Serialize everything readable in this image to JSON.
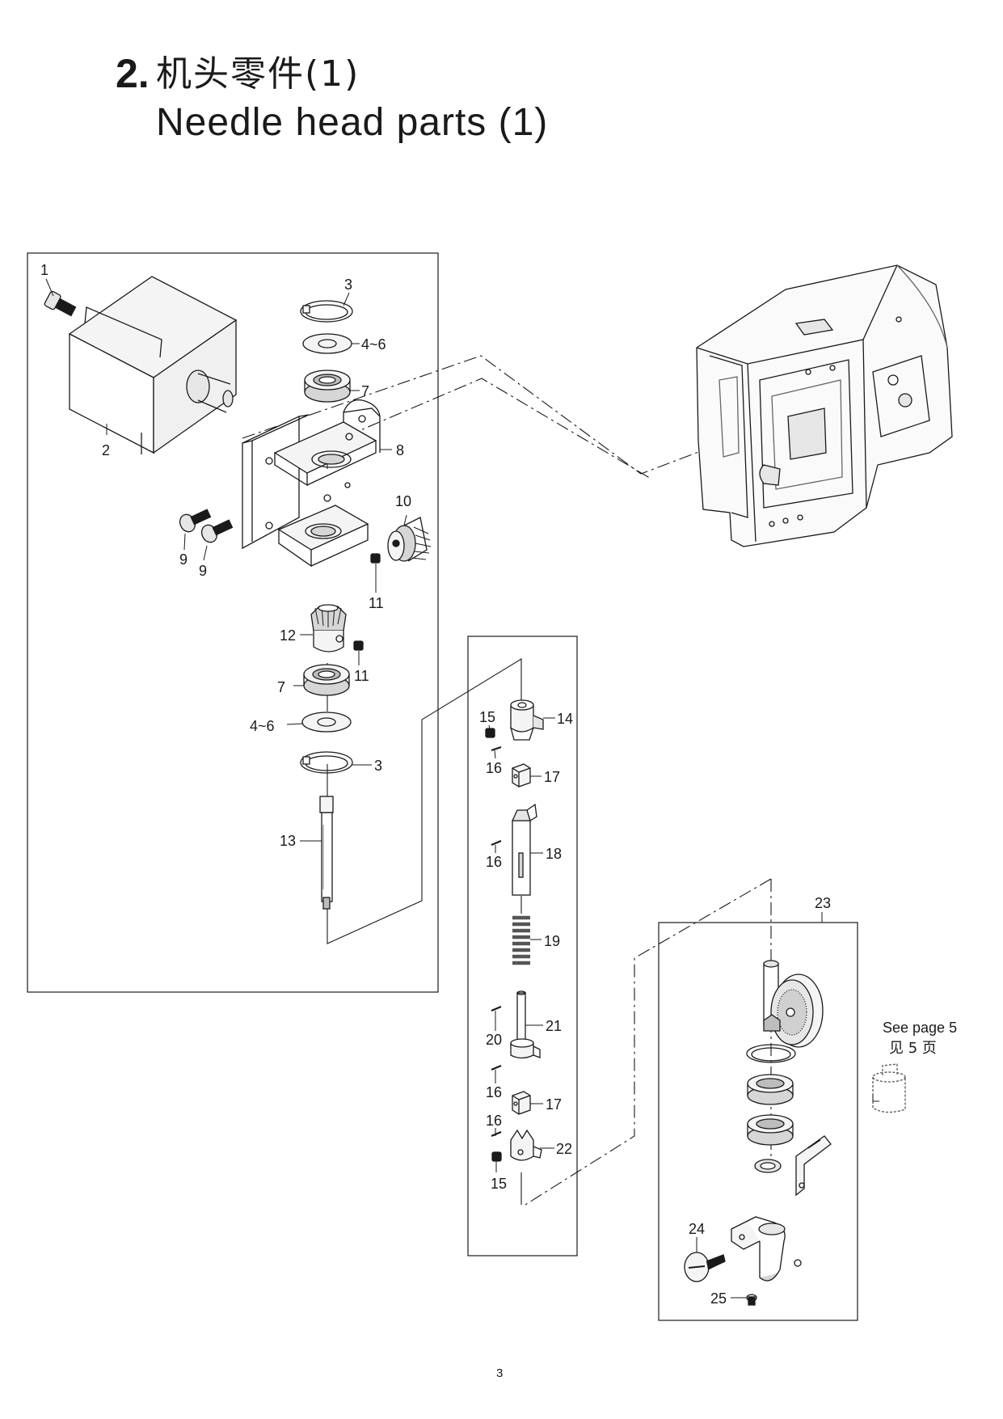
{
  "header": {
    "section_number": "2.",
    "title_cn": "机头零件(1)",
    "title_en": "Needle head parts (1)"
  },
  "callouts": [
    {
      "id": "c1",
      "label": "1"
    },
    {
      "id": "c2",
      "label": "2"
    },
    {
      "id": "c3a",
      "label": "3"
    },
    {
      "id": "c46a",
      "label": "4~6"
    },
    {
      "id": "c7a",
      "label": "7"
    },
    {
      "id": "c8",
      "label": "8"
    },
    {
      "id": "c9a",
      "label": "9"
    },
    {
      "id": "c9b",
      "label": "9"
    },
    {
      "id": "c10",
      "label": "10"
    },
    {
      "id": "c11a",
      "label": "11"
    },
    {
      "id": "c12",
      "label": "12"
    },
    {
      "id": "c11b",
      "label": "11"
    },
    {
      "id": "c7b",
      "label": "7"
    },
    {
      "id": "c46b",
      "label": "4~6"
    },
    {
      "id": "c3b",
      "label": "3"
    },
    {
      "id": "c13",
      "label": "13"
    },
    {
      "id": "c15a",
      "label": "15"
    },
    {
      "id": "c14",
      "label": "14"
    },
    {
      "id": "c16a",
      "label": "16"
    },
    {
      "id": "c17a",
      "label": "17"
    },
    {
      "id": "c16b",
      "label": "16"
    },
    {
      "id": "c18",
      "label": "18"
    },
    {
      "id": "c19",
      "label": "19"
    },
    {
      "id": "c21",
      "label": "21"
    },
    {
      "id": "c20",
      "label": "20"
    },
    {
      "id": "c16c",
      "label": "16"
    },
    {
      "id": "c17b",
      "label": "17"
    },
    {
      "id": "c16d",
      "label": "16"
    },
    {
      "id": "c22",
      "label": "22"
    },
    {
      "id": "c15b",
      "label": "15"
    },
    {
      "id": "c23",
      "label": "23"
    },
    {
      "id": "c24",
      "label": "24"
    },
    {
      "id": "c25",
      "label": "25"
    }
  ],
  "reference_note": {
    "en": "See page 5",
    "cn": "见 5 页"
  },
  "page_number": "3",
  "colors": {
    "ink": "#1a1a1a",
    "shade": "#bdbdbd",
    "light": "#e6e6e6"
  }
}
